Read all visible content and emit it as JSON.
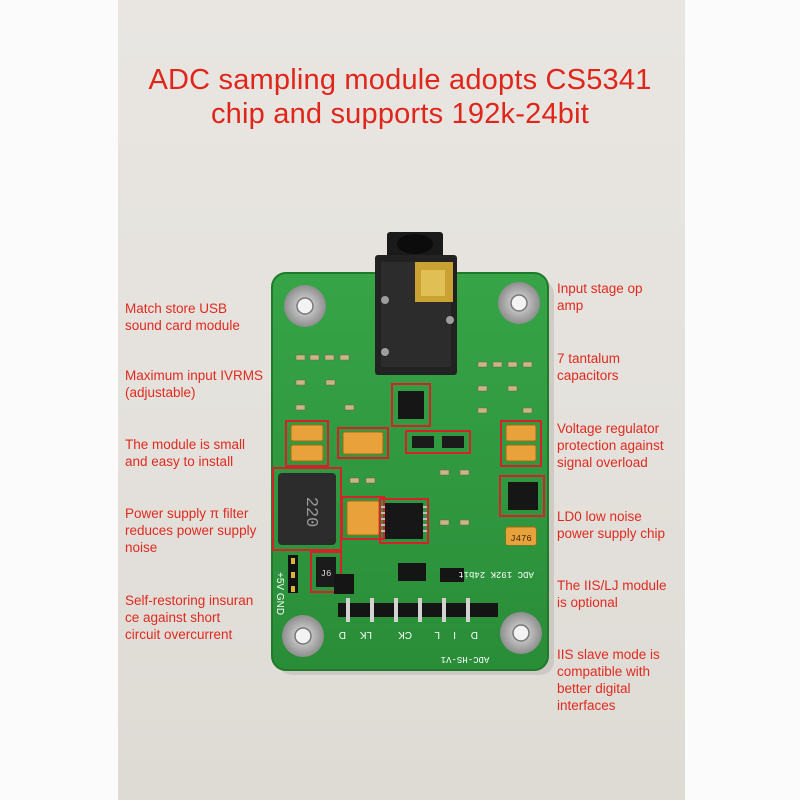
{
  "title": {
    "line1": "ADC sampling module adopts CS5341",
    "line2": "chip and supports 192k-24bit"
  },
  "callouts_left": [
    "Match store USB\n sound card module",
    "Maximum input IVRMS\n(adjustable)",
    "The module is small\nand easy to install",
    "Power supply π filter\nreduces power supply\nnoise",
    "Self-restoring insuran\nce against short\n circuit overcurrent"
  ],
  "callouts_right": [
    "Input stage op\namp",
    "7 tantalum\ncapacitors",
    "Voltage regulator\n protection against\nsignal overload",
    "LD0 low noise\npower supply chip",
    "The IIS/LJ module\n is optional",
    "IIS slave mode is\ncompatible with\n better digital\ninterfaces"
  ],
  "board_markings": {
    "inductor": "220",
    "tantalum_cap": "J476",
    "pcb_name": "ADC-HS-V1",
    "spec_text": "ADC 192K 24bit",
    "header_labels": [
      "D",
      "LK",
      "CK",
      "L",
      "I",
      "D"
    ],
    "power_label": "+5V GND",
    "jumper_label": "J6"
  },
  "colors": {
    "text_red": "#e0251b",
    "pcb_green": "#2f9b3e",
    "highlight_box": "#d4212a"
  }
}
